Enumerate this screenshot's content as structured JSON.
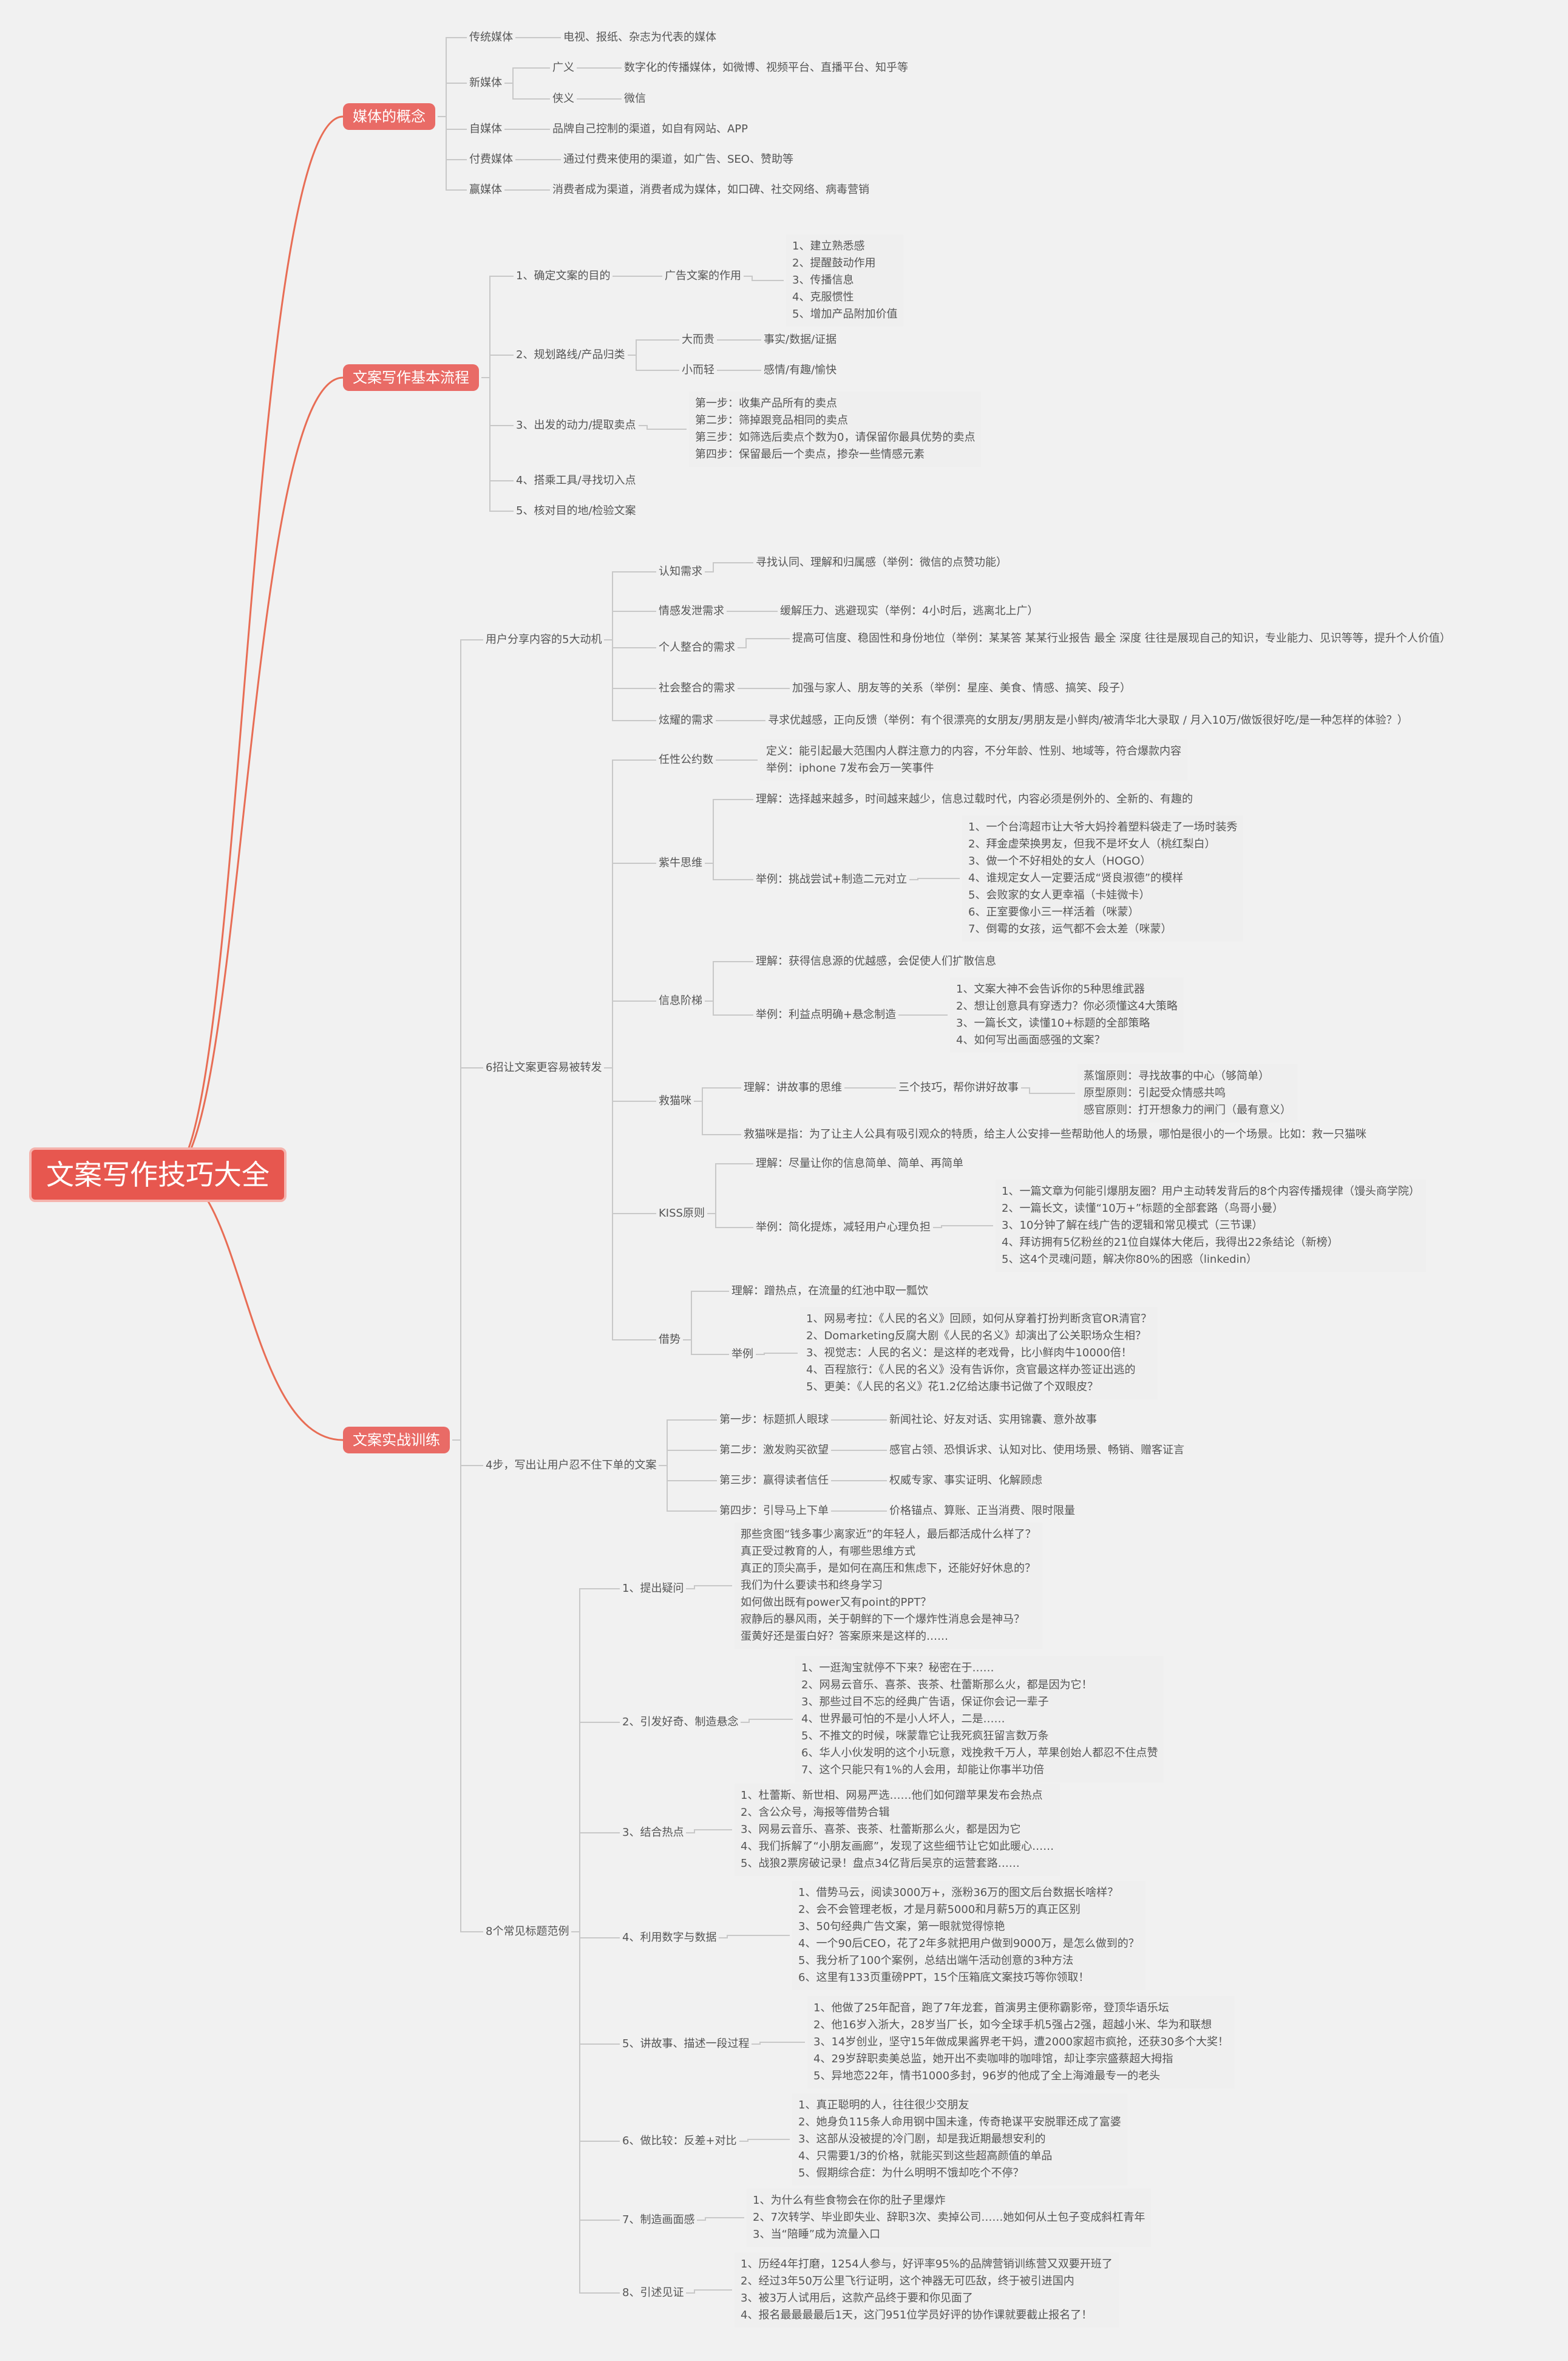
{
  "root": "文案写作技巧大全",
  "accent_color": "#e7574f",
  "line_color": "#e86d55",
  "branch_line_color": "#c8c8c8",
  "nodes": [
    {
      "id": "m1",
      "text": "媒体的概念",
      "type": "main"
    },
    {
      "id": "m2",
      "text": "文案写作基本流程",
      "type": "main"
    },
    {
      "id": "m3",
      "text": "文案实战训练",
      "type": "main"
    },
    {
      "id": "a1",
      "text": "传统媒体"
    },
    {
      "id": "a1d",
      "text": "电视、报纸、杂志为代表的媒体"
    },
    {
      "id": "a2",
      "text": "新媒体"
    },
    {
      "id": "a2a",
      "text": "广义"
    },
    {
      "id": "a2ad",
      "text": "数字化的传播媒体，如微博、视频平台、直播平台、知乎等"
    },
    {
      "id": "a2b",
      "text": "侠义"
    },
    {
      "id": "a2bd",
      "text": "微信"
    },
    {
      "id": "a3",
      "text": "自媒体"
    },
    {
      "id": "a3d",
      "text": "品牌自己控制的渠道，如自有网站、APP"
    },
    {
      "id": "a4",
      "text": "付费媒体"
    },
    {
      "id": "a4d",
      "text": "通过付费来使用的渠道，如广告、SEO、赞助等"
    },
    {
      "id": "a5",
      "text": "赢媒体"
    },
    {
      "id": "a5d",
      "text": "消费者成为渠道，消费者成为媒体，如口碑、社交网络、病毒营销"
    },
    {
      "id": "b1",
      "text": "1、确定文案的目的"
    },
    {
      "id": "b1a",
      "text": "广告文案的作用"
    },
    {
      "id": "b1l",
      "type": "box",
      "lines": [
        "1、建立熟悉感",
        "2、提醒鼓动作用",
        "3、传播信息",
        "4、克服惯性",
        "5、增加产品附加价值"
      ]
    },
    {
      "id": "b2",
      "text": "2、规划路线/产品归类"
    },
    {
      "id": "b2a",
      "text": "大而贵"
    },
    {
      "id": "b2ad",
      "text": "事实/数据/证据"
    },
    {
      "id": "b2b",
      "text": "小而轻"
    },
    {
      "id": "b2bd",
      "text": "感情/有趣/愉快"
    },
    {
      "id": "b3",
      "text": "3、出发的动力/提取卖点"
    },
    {
      "id": "b3l",
      "type": "box",
      "lines": [
        "第一步：收集产品所有的卖点",
        "第二步：筛掉跟竞品相同的卖点",
        "第三步：如筛选后卖点个数为0，请保留你最具优势的卖点",
        "第四步：保留最后一个卖点，掺杂一些情感元素"
      ]
    },
    {
      "id": "b4",
      "text": "4、搭乘工具/寻找切入点"
    },
    {
      "id": "b5",
      "text": "5、核对目的地/检验文案"
    },
    {
      "id": "c1",
      "text": "用户分享内容的5大动机"
    },
    {
      "id": "c1a",
      "text": "认知需求"
    },
    {
      "id": "c1ad",
      "text": "寻找认同、理解和归属感（举例：微信的点赞功能）"
    },
    {
      "id": "c1b",
      "text": "情感发泄需求"
    },
    {
      "id": "c1bd",
      "text": "缓解压力、逃避现实（举例：4小时后，逃离北上广）"
    },
    {
      "id": "c1c",
      "text": "个人整合的需求"
    },
    {
      "id": "c1cd",
      "text": "提高可信度、稳固性和身份地位（举例：某某答 某某行业报告 最全 深度 往往是展现自己的知识，专业能力、见识等等，提升个人价值）"
    },
    {
      "id": "c1d",
      "text": "社会整合的需求"
    },
    {
      "id": "c1dd",
      "text": "加强与家人、朋友等的关系（举例：星座、美食、情感、搞笑、段子）"
    },
    {
      "id": "c1e",
      "text": "炫耀的需求"
    },
    {
      "id": "c1ed",
      "text": "寻求优越感，正向反馈（举例：有个很漂亮的女朋友/男朋友是小鲜肉/被清华北大录取 / 月入10万/做饭很好吃/是一种怎样的体验？）"
    },
    {
      "id": "c2",
      "text": "6招让文案更容易被转发"
    },
    {
      "id": "c2a",
      "text": "任性公约数"
    },
    {
      "id": "c2al",
      "type": "box",
      "lines": [
        "定义：能引起最大范围内人群注意力的内容，不分年龄、性别、地域等，符合爆款内容",
        "举例：iphone 7发布会万一笑事件"
      ]
    },
    {
      "id": "c2b",
      "text": "紫牛思维"
    },
    {
      "id": "c2b1",
      "text": "理解：选择越来越多，时间越来越少，信息过载时代，内容必须是例外的、全新的、有趣的"
    },
    {
      "id": "c2b2",
      "text": "举例：挑战尝试+制造二元对立"
    },
    {
      "id": "c2b2l",
      "type": "box",
      "lines": [
        "1、一个台湾超市让大爷大妈拎着塑料袋走了一场时装秀",
        "2、拜金虚荣换男友，但我不是坏女人（桃红梨白）",
        "3、做一个不好相处的女人（HOGO）",
        "4、谁规定女人一定要活成“贤良淑德”的模样",
        "5、会败家的女人更幸福（卡娃微卡）",
        "6、正室要像小三一样活着（咪蒙）",
        "7、倒霉的女孩，运气都不会太差（咪蒙）"
      ]
    },
    {
      "id": "c2c",
      "text": "信息阶梯"
    },
    {
      "id": "c2c1",
      "text": "理解：获得信息源的优越感，会促使人们扩散信息"
    },
    {
      "id": "c2c2",
      "text": "举例：利益点明确+悬念制造"
    },
    {
      "id": "c2c2l",
      "type": "box",
      "lines": [
        "1、文案大神不会告诉你的5种思维武器",
        "2、想让创意具有穿透力？你必须懂这4大策略",
        "3、一篇长文，读懂10+标题的全部策略",
        "4、如何写出画面感强的文案？"
      ]
    },
    {
      "id": "c2d",
      "text": "救猫咪"
    },
    {
      "id": "c2d1",
      "text": "理解：讲故事的思维"
    },
    {
      "id": "c2d1a",
      "text": "三个技巧，帮你讲好故事"
    },
    {
      "id": "c2d1al",
      "type": "box",
      "lines": [
        "蒸馏原则：寻找故事的中心（够简单）",
        "原型原则：引起受众情感共鸣",
        "感官原则：打开想象力的闸门（最有意义）"
      ]
    },
    {
      "id": "c2d2",
      "text": "救猫咪是指：为了让主人公具有吸引观众的特质，给主人公安排一些帮助他人的场景，哪怕是很小的一个场景。比如：救一只猫咪"
    },
    {
      "id": "c2e",
      "text": "KISS原则"
    },
    {
      "id": "c2e1",
      "text": "理解：尽量让你的信息简单、简单、再简单"
    },
    {
      "id": "c2e2",
      "text": "举例：简化提炼，减轻用户心理负担"
    },
    {
      "id": "c2e2l",
      "type": "box",
      "lines": [
        "1、一篇文章为何能引爆朋友圈？用户主动转发背后的8个内容传播规律（馒头商学院）",
        "2、一篇长文，读懂“10万+”标题的全部套路（鸟哥小曼）",
        "3、10分钟了解在线广告的逻辑和常见模式（三节课）",
        "4、拜访拥有5亿粉丝的21位自媒体大佬后，我得出22条结论（新榜）",
        "5、这4个灵魂问题，解决你80%的困惑（linkedin）"
      ]
    },
    {
      "id": "c2f",
      "text": "借势"
    },
    {
      "id": "c2f1",
      "text": "理解：蹭热点，在流量的红池中取一瓢饮"
    },
    {
      "id": "c2f2",
      "text": "举例"
    },
    {
      "id": "c2f2l",
      "type": "box",
      "lines": [
        "1、网易考拉：《人民的名义》回顾，如何从穿着打扮判断贪官OR清官？",
        "2、Domarketing反腐大剧《人民的名义》却演出了公关职场众生相？",
        "3、视觉志：人民的名义：是这样的老戏骨，比小鲜肉牛10000倍！",
        "4、百程旅行：《人民的名义》没有告诉你，贪官最这样办签证出逃的",
        "5、更美：《人民的名义》花1.2亿给达康书记做了个双眼皮？"
      ]
    },
    {
      "id": "c3",
      "text": "4步，写出让用户忍不住下单的文案"
    },
    {
      "id": "c3a",
      "text": "第一步：标题抓人眼球"
    },
    {
      "id": "c3ad",
      "text": "新闻社论、好友对话、实用锦囊、意外故事"
    },
    {
      "id": "c3b",
      "text": "第二步：激发购买欲望"
    },
    {
      "id": "c3bd",
      "text": "感官占领、恐惧诉求、认知对比、使用场景、畅销、赠客证言"
    },
    {
      "id": "c3c",
      "text": "第三步：赢得读者信任"
    },
    {
      "id": "c3cd",
      "text": "权威专家、事实证明、化解顾虑"
    },
    {
      "id": "c3d",
      "text": "第四步：引导马上下单"
    },
    {
      "id": "c3dd",
      "text": "价格锚点、算账、正当消费、限时限量"
    },
    {
      "id": "c4",
      "text": "8个常见标题范例"
    },
    {
      "id": "c4a",
      "text": "1、提出疑问"
    },
    {
      "id": "c4al",
      "type": "box",
      "lines": [
        "那些贪图“钱多事少离家近”的年轻人，最后都活成什么样了？",
        "真正受过教育的人，有哪些思维方式",
        "真正的顶尖高手，是如何在高压和焦虑下，还能好好休息的？",
        "我们为什么要读书和终身学习",
        "如何做出既有power又有point的PPT？",
        "寂静后的暴风雨，关于朝鲜的下一个爆炸性消息会是神马？",
        "蛋黄好还是蛋白好？答案原来是这样的……"
      ]
    },
    {
      "id": "c4b",
      "text": "2、引发好奇、制造悬念"
    },
    {
      "id": "c4bl",
      "type": "box",
      "lines": [
        "1、一逛淘宝就停不下来？秘密在于……",
        "2、网易云音乐、喜茶、丧茶、杜蕾斯那么火，都是因为它！",
        "3、那些过目不忘的经典广告语，保证你会记一辈子",
        "4、世界最可怕的不是小人坏人，二是……",
        "5、不推文的时候，咪蒙靠它让我死疯狂留言数万条",
        "6、华人小伙发明的这个小玩意，戏挽救千万人，苹果创始人都忍不住点赞",
        "7、这个只能只有1%的人会用，却能让你事半功倍"
      ]
    },
    {
      "id": "c4c",
      "text": "3、结合热点"
    },
    {
      "id": "c4cl",
      "type": "box",
      "lines": [
        "1、杜蕾斯、新世相、网易严选……他们如何蹭苹果发布会热点",
        "2、含公众号，海报等借势合辑",
        "3、网易云音乐、喜茶、丧茶、杜蕾斯那么火，都是因为它",
        "4、我们拆解了“小朋友画廊”，发现了这些细节让它如此暖心……",
        "5、战狼2票房破记录！盘点34亿背后吴京的运营套路……"
      ]
    },
    {
      "id": "c4d",
      "text": "4、利用数字与数据"
    },
    {
      "id": "c4dl",
      "type": "box",
      "lines": [
        "1、借势马云，阅读3000万+，涨粉36万的图文后台数据长啥样？",
        "2、会不会管理老板，才是月薪5000和月薪5万的真正区别",
        "3、50句经典广告文案，第一眼就觉得惊艳",
        "4、一个90后CEO，花了2年多就把用户做到9000万，是怎么做到的？",
        "5、我分析了100个案例，总结出端午活动创意的3种方法",
        "6、这里有133页重磅PPT，15个压箱底文案技巧等你领取！"
      ]
    },
    {
      "id": "c4e",
      "text": "5、讲故事、描述一段过程"
    },
    {
      "id": "c4el",
      "type": "box",
      "lines": [
        "1、他做了25年配音，跑了7年龙套，首演男主便称霸影帝，登顶华语乐坛",
        "2、他16岁入浙大，28岁当厂长，如今全球手机5强占2强，超越小米、华为和联想",
        "3、14岁创业，坚守15年做成果酱界老干妈，遭2000家超市疯抢，还获30多个大奖！",
        "4、29岁辞职卖美总监，她开出不卖咖啡的咖啡馆，却让李宗盛蔡超大拇指",
        "5、异地恋22年，情书1000多封，96岁的他成了全上海滩最专一的老头"
      ]
    },
    {
      "id": "c4f",
      "text": "6、做比较：反差+对比"
    },
    {
      "id": "c4fl",
      "type": "box",
      "lines": [
        "1、真正聪明的人，往往很少交朋友",
        "2、她身负115条人命用钢中国未逢，传奇艳谋平安脱罪还成了富婆",
        "3、这部从没被提的冷门剧，却是我近期最想安利的",
        "4、只需要1/3的价格，就能买到这些超高颜值的单品",
        "5、假期综合症：为什么明明不饿却吃个不停？"
      ]
    },
    {
      "id": "c4g",
      "text": "7、制造画面感"
    },
    {
      "id": "c4gl",
      "type": "box",
      "lines": [
        "1、为什么有些食物会在你的肚子里爆炸",
        "2、7次转学、毕业即失业、辞职3次、卖掉公司……她如何从土包子变成斜杠青年",
        "3、当“陪睡”成为流量入口"
      ]
    },
    {
      "id": "c4h",
      "text": "8、引述见证"
    },
    {
      "id": "c4hl",
      "type": "box",
      "lines": [
        "1、历经4年打磨，1254人参与，好评率95%的品牌营销训练营又双要开班了",
        "2、经过3年50万公里飞行证明，这个神器无可匹敌，终于被引进国内",
        "3、被3万人试用后，这款产品终于要和你见面了",
        "4、报名最最最最后1天，这门951位学员好评的协作课就要截止报名了！"
      ]
    }
  ]
}
